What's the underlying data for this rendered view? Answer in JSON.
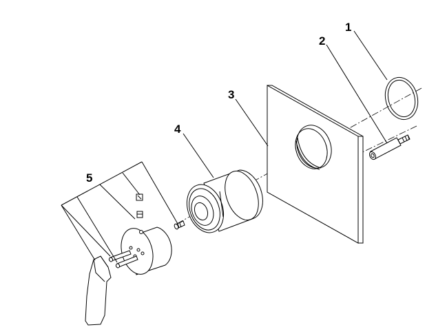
{
  "diagram": {
    "type": "exploded-assembly",
    "colors": {
      "line": "#000000",
      "background": "#ffffff"
    },
    "parts": [
      {
        "id": "1",
        "label": "1",
        "shape": "o-ring"
      },
      {
        "id": "2",
        "label": "2",
        "shape": "extension-pin"
      },
      {
        "id": "3",
        "label": "3",
        "shape": "square-cover-plate"
      },
      {
        "id": "4",
        "label": "4",
        "shape": "cylindrical-sleeve"
      },
      {
        "id": "5",
        "label": "5",
        "shape": "lever-handle-assembly"
      }
    ]
  }
}
